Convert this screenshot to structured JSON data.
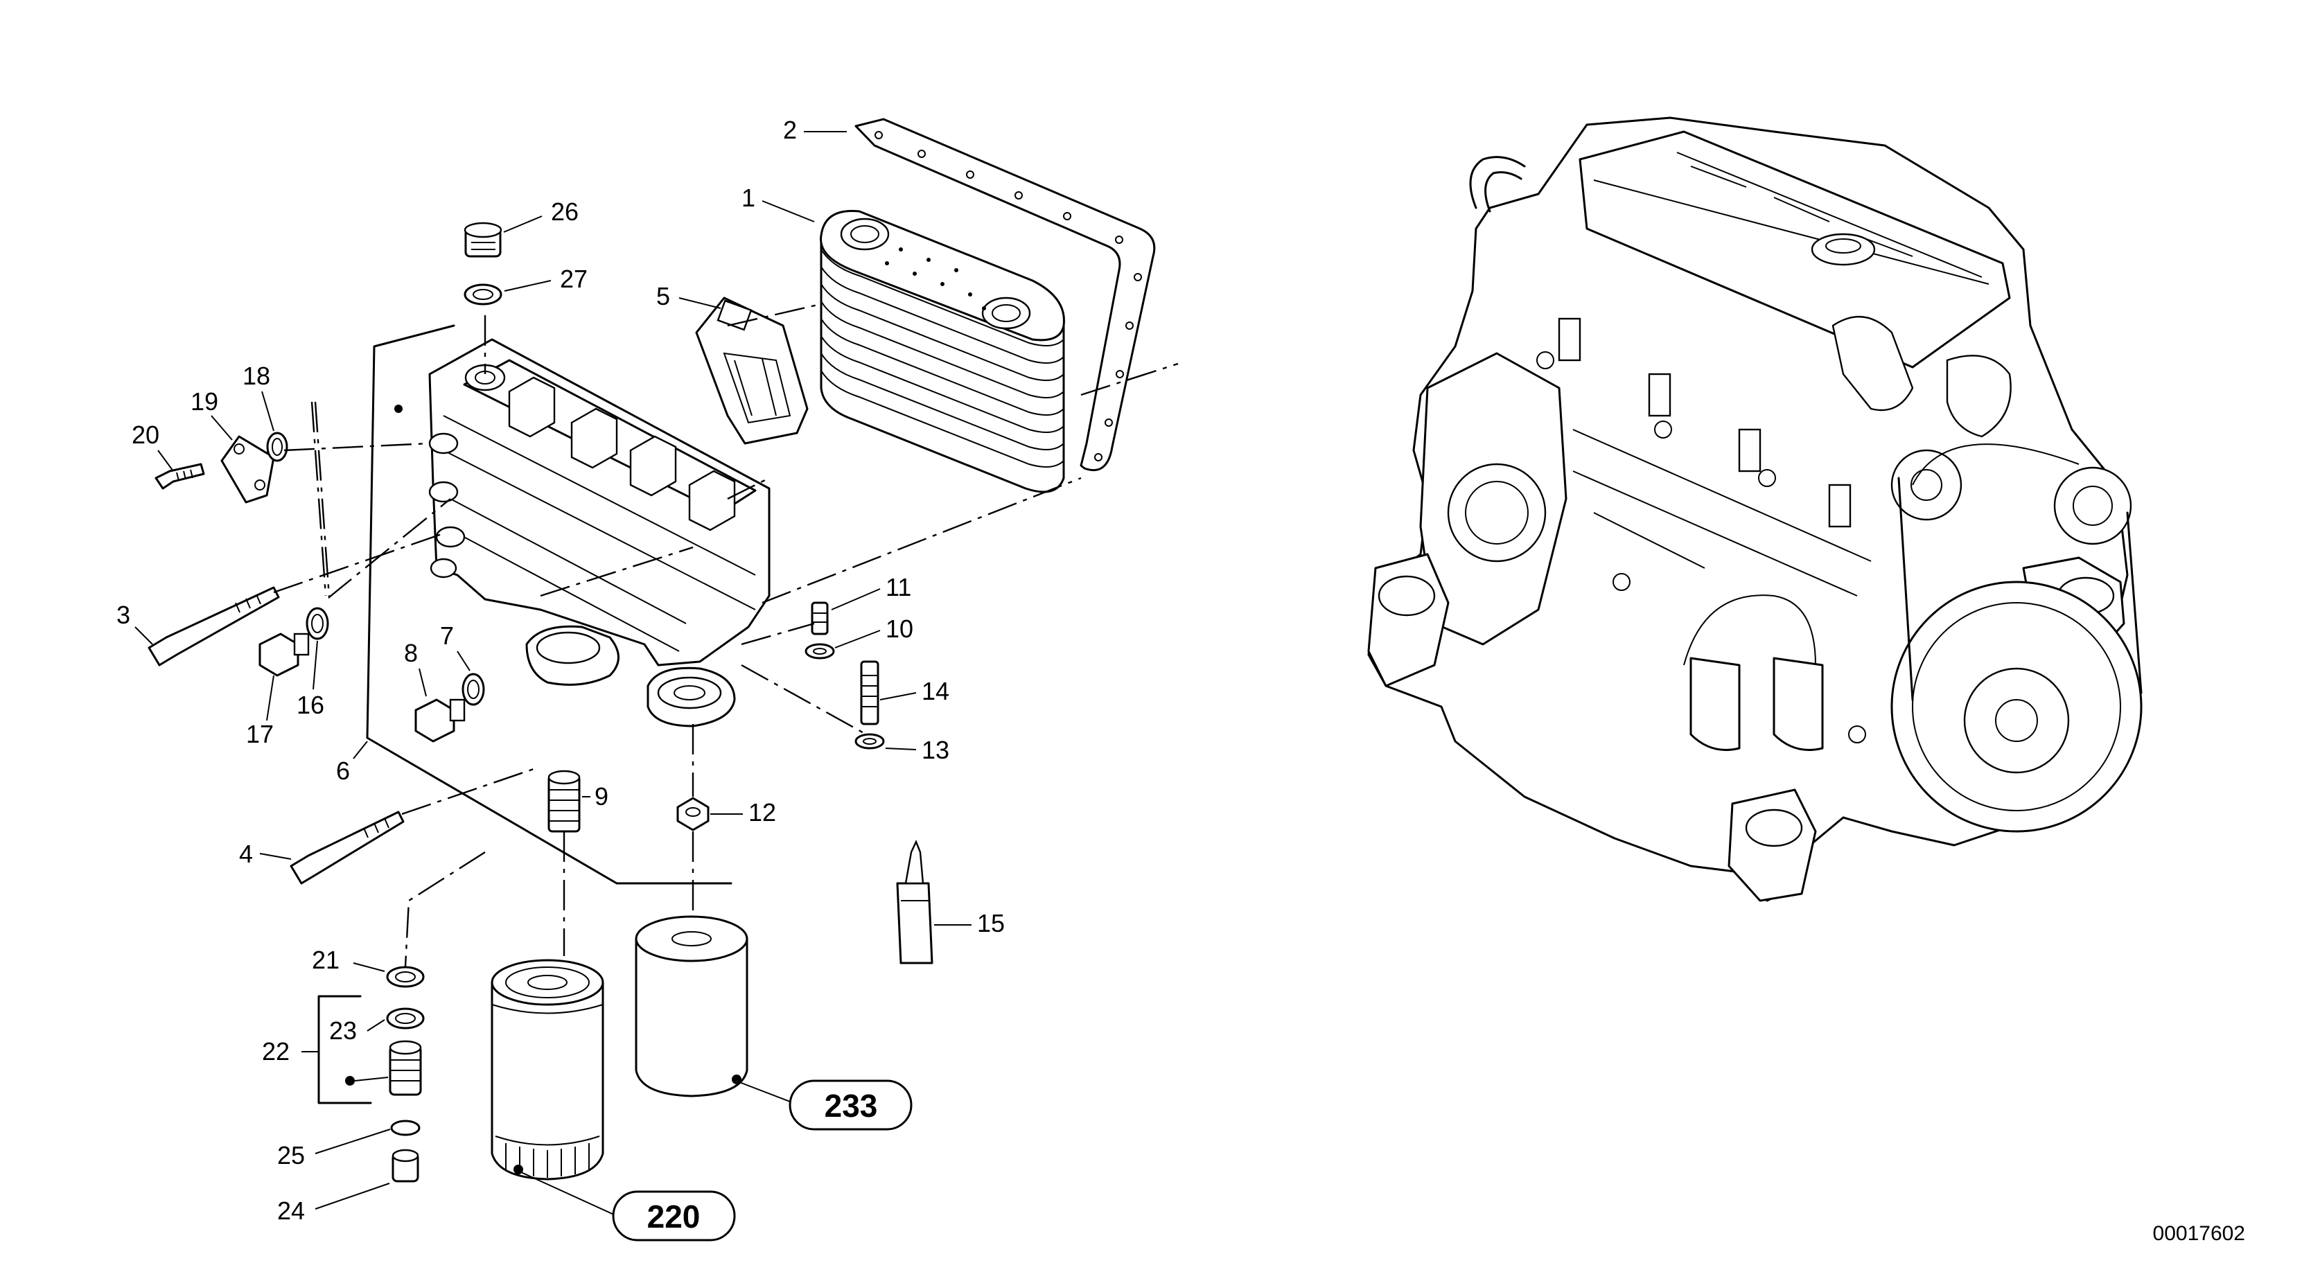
{
  "callouts": {
    "c1": "1",
    "c2": "2",
    "c3": "3",
    "c4": "4",
    "c5": "5",
    "c6": "6",
    "c7": "7",
    "c8": "8",
    "c9": "9",
    "c10": "10",
    "c11": "11",
    "c12": "12",
    "c13": "13",
    "c14": "14",
    "c15": "15",
    "c16": "16",
    "c17": "17",
    "c18": "18",
    "c19": "19",
    "c20": "20",
    "c21": "21",
    "c22": "22",
    "c23": "23",
    "c24": "24",
    "c25": "25",
    "c26": "26",
    "c27": "27"
  },
  "references": {
    "r220": "220",
    "r233": "233"
  },
  "drawing_number": "00017602"
}
